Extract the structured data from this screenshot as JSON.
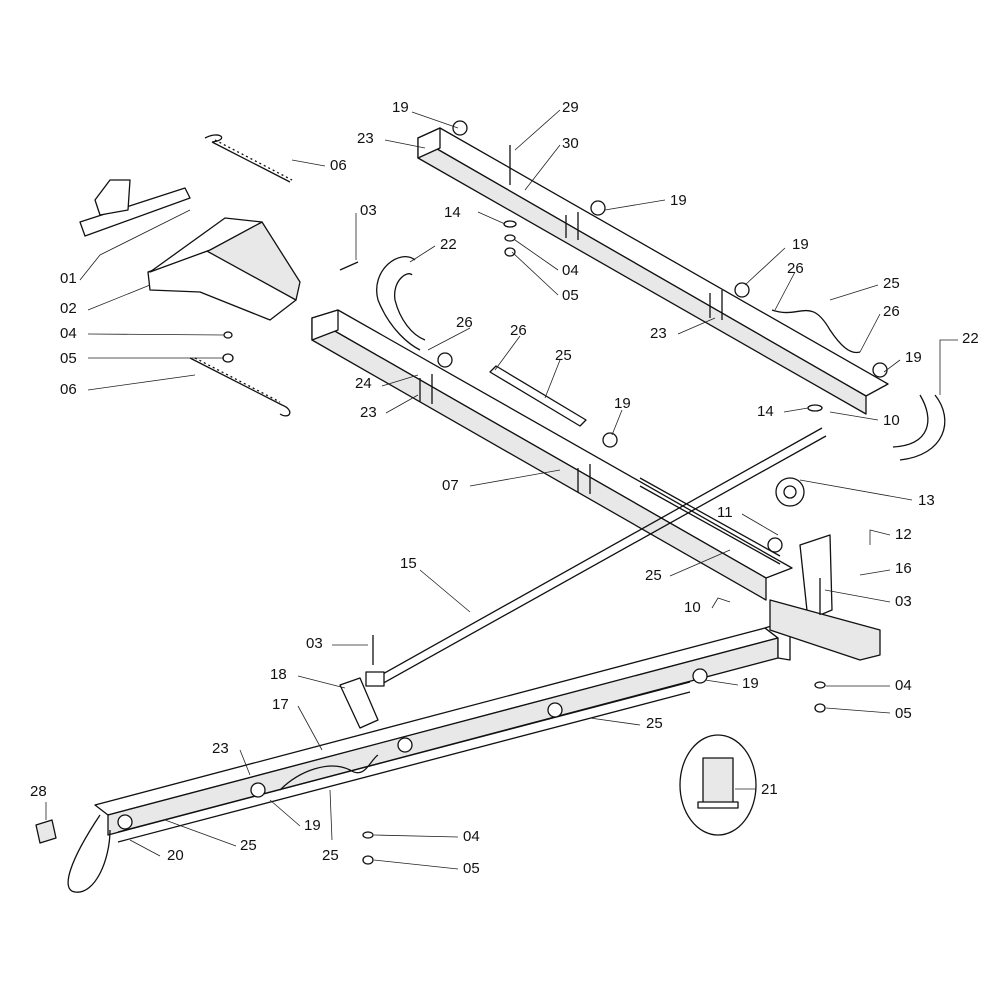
{
  "diagram": {
    "type": "exploded-parts-diagram",
    "labels": [
      "19",
      "29",
      "23",
      "30",
      "06",
      "03",
      "19",
      "14",
      "22",
      "19",
      "04",
      "25",
      "26",
      "05",
      "01",
      "02",
      "26",
      "26",
      "26",
      "23",
      "04",
      "22",
      "05",
      "19",
      "24",
      "25",
      "06",
      "23",
      "19",
      "14",
      "10",
      "07",
      "13",
      "11",
      "12",
      "25",
      "16",
      "15",
      "10",
      "03",
      "03",
      "18",
      "04",
      "19",
      "17",
      "05",
      "25",
      "23",
      "21",
      "28",
      "19",
      "04",
      "20",
      "25",
      "25",
      "05"
    ]
  }
}
